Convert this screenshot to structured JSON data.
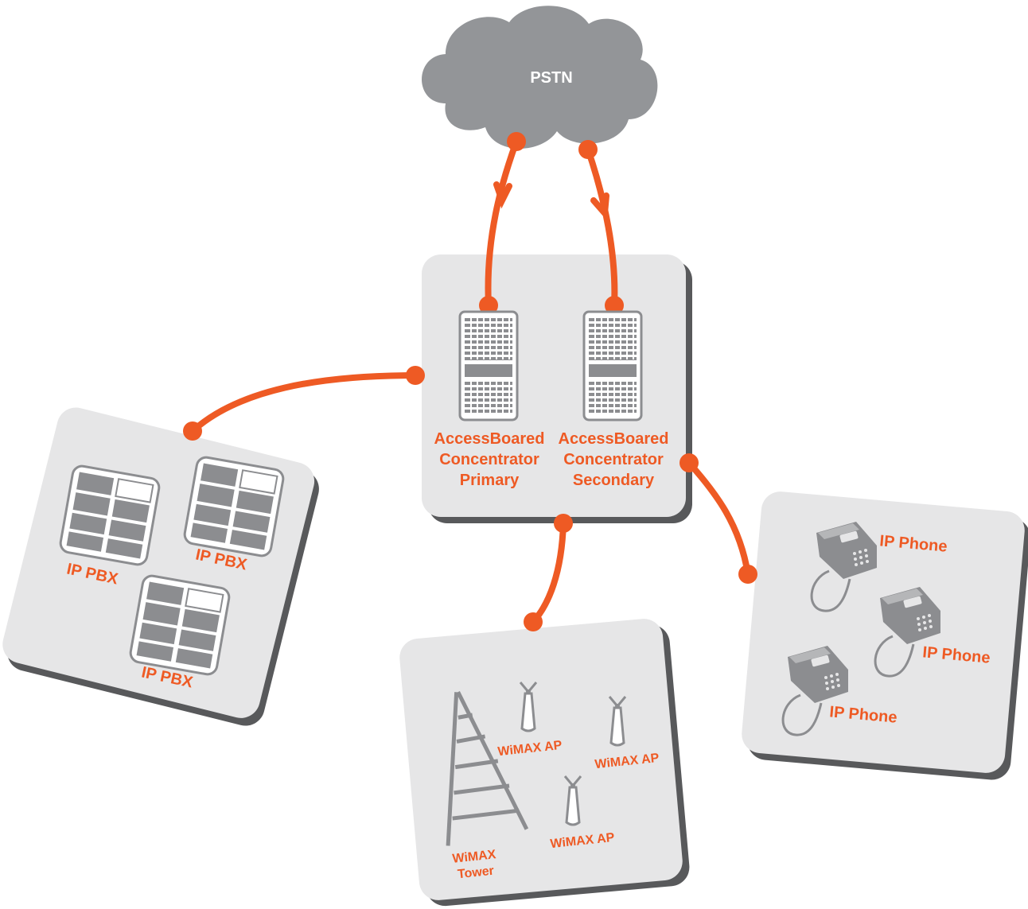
{
  "colors": {
    "accent": "#EE5A24",
    "device": "#8C8D90",
    "panel": "#E6E6E7",
    "shadow": "#58595B",
    "cloud": "#939598"
  },
  "cloud": {
    "label": "PSTN",
    "icon": "cloud-icon"
  },
  "concentrator": {
    "primary": {
      "line1": "AccessBoared",
      "line2": "Concentrator",
      "line3": "Primary",
      "icon": "server-rack-icon"
    },
    "secondary": {
      "line1": "AccessBoared",
      "line2": "Concentrator",
      "line3": "Secondary",
      "icon": "server-rack-icon"
    }
  },
  "pbx_group": {
    "items": [
      {
        "label": "IP PBX"
      },
      {
        "label": "IP PBX"
      },
      {
        "label": "IP PBX"
      }
    ],
    "icon": "pbx-grid-icon"
  },
  "wimax_group": {
    "tower": {
      "line1": "WiMAX",
      "line2": "Tower",
      "icon": "tower-icon"
    },
    "aps": [
      {
        "label": "WiMAX AP"
      },
      {
        "label": "WiMAX AP"
      },
      {
        "label": "WiMAX AP"
      }
    ],
    "ap_icon": "antenna-icon"
  },
  "phone_group": {
    "items": [
      {
        "label": "IP Phone"
      },
      {
        "label": "IP Phone"
      },
      {
        "label": "IP Phone"
      }
    ],
    "icon": "desk-phone-icon"
  }
}
